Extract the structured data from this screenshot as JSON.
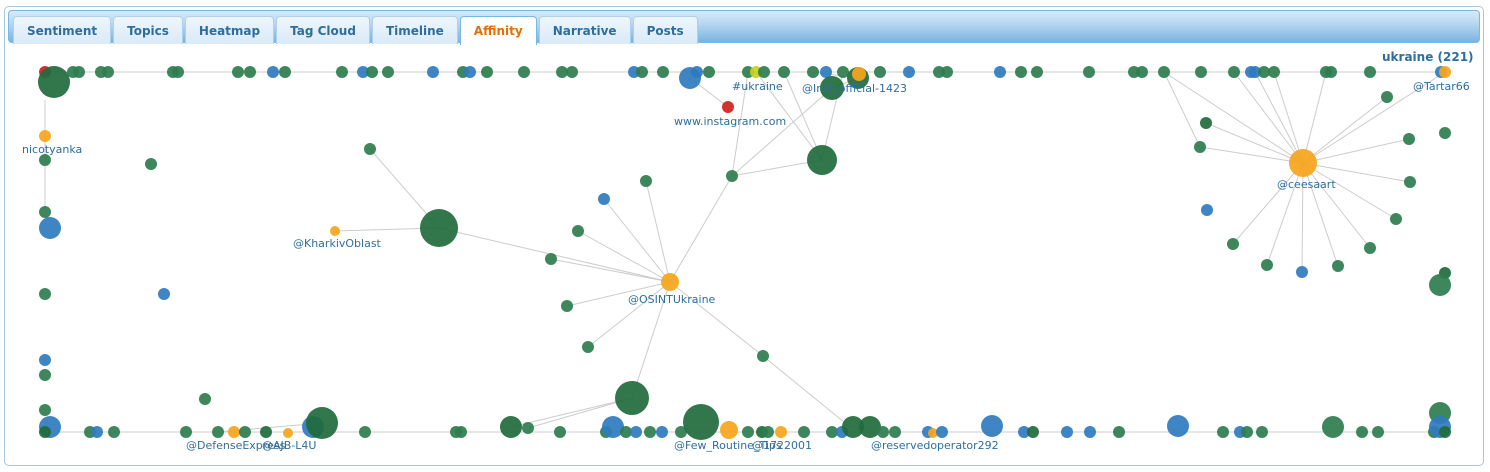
{
  "tabs": [
    {
      "label": "Sentiment"
    },
    {
      "label": "Topics"
    },
    {
      "label": "Heatmap"
    },
    {
      "label": "Tag Cloud"
    },
    {
      "label": "Timeline"
    },
    {
      "label": "Affinity",
      "active": true
    },
    {
      "label": "Narrative"
    },
    {
      "label": "Posts"
    }
  ],
  "graph": {
    "title": "ukraine (221)",
    "labels": {
      "ukraine_tag": "#ukraine",
      "inst_official": "@Inst_official-1423",
      "instagram": "www.instagram.com",
      "tartar": "@Tartar66",
      "nicotyanka": "nicotyanka",
      "kharkiv": "@KharkivOblast",
      "osint": "@OSINTUkraine",
      "ceesaart": "@ceesaart",
      "defense": "@DefenseExpress",
      "ajb": "@AJB-L4U",
      "few_routine": "@Few_Routine_Tips",
      "d2001": "@1722001",
      "reserved": "@reservedoperator292"
    },
    "colors": {
      "green": "#2e7d4f",
      "dark_green": "#1f6b3c",
      "blue": "#2f7bbf",
      "orange": "#f7a51c",
      "red": "#d02020",
      "yellow": "#c8d01c",
      "edge": "#cccccc",
      "label": "#2e6e9e"
    }
  }
}
